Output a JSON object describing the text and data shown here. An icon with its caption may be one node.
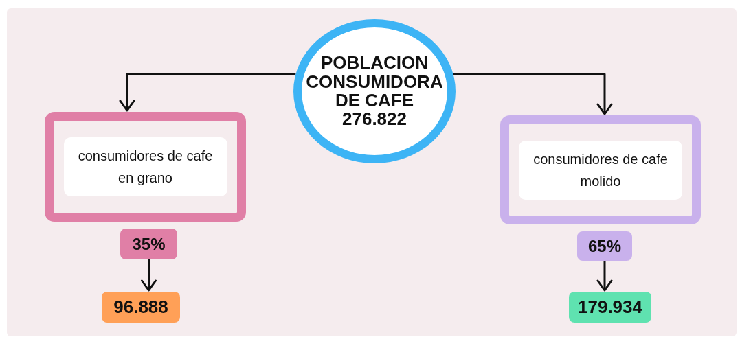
{
  "diagram": {
    "nodes": [
      {
        "text": [
          "POBLACION CONSUMIDORA DE CAFE",
          "276.822"
        ]
      },
      {
        "text": [
          "consumidores de cafe en grano"
        ]
      },
      {
        "text": [
          "35%"
        ]
      },
      {
        "text": [
          "96.888"
        ]
      },
      {
        "text": [
          "consumidores de cafe molido"
        ]
      },
      {
        "text": [
          "65%"
        ]
      },
      {
        "text": [
          "179.934"
        ]
      }
    ],
    "edges": [
      {
        "from": 0,
        "to": 1,
        "arrow": "to"
      },
      {
        "from": 0,
        "to": 4,
        "arrow": "to"
      },
      {
        "from": 2,
        "to": 3,
        "arrow": "to"
      },
      {
        "from": 5,
        "to": 6,
        "arrow": "to"
      }
    ]
  }
}
